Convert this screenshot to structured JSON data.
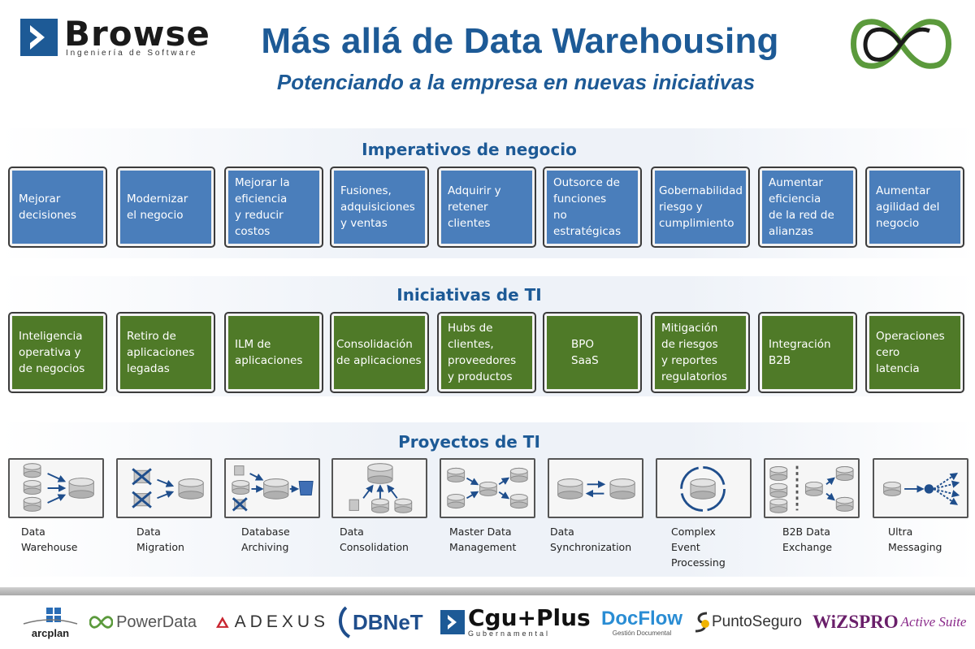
{
  "header": {
    "title": "Más allá de Data Warehousing",
    "subtitle": "Potenciando a la empresa en nuevas iniciativas",
    "brand_name": "Browse",
    "brand_tagline": "Ingeniería de Software"
  },
  "colors": {
    "title": "#1d5a96",
    "card_blue": "#4a7ebb",
    "card_green": "#4f7a28",
    "infinity_green": "#5b9a3c",
    "infinity_dark": "#1a1a1a"
  },
  "sections": {
    "business": {
      "title": "Imperativos de negocio",
      "items": [
        "Mejorar\ndecisiones",
        "Modernizar\nel negocio",
        "Mejorar la\neficiencia\ny reducir\ncostos",
        "Fusiones,\nadquisiciones\ny ventas",
        "Adquirir y\nretener\nclientes",
        "Outsorce de\nfunciones\nno\nestratégicas",
        "Gobernabilidad\nriesgo y\ncumplimiento",
        "Aumentar\neficiencia\nde la red de\nalianzas",
        "Aumentar\nagilidad del\nnegocio"
      ]
    },
    "initiatives": {
      "title": "Iniciativas de TI",
      "items": [
        "Inteligencia\noperativa y\nde negocios",
        "Retiro de\naplicaciones\nlegadas",
        "ILM de\naplicaciones",
        "Consolidación\nde aplicaciones",
        "Hubs de\n clientes,\nproveedores\ny productos",
        "BPO\nSaaS",
        "Mitigación\nde riesgos\n y reportes\nregulatorios",
        "Integración\nB2B",
        "Operaciones\ncero\nlatencia"
      ]
    },
    "projects": {
      "title": "Proyectos de TI",
      "items": [
        {
          "label": "Data\nWarehouse",
          "icon": "data-warehouse-icon"
        },
        {
          "label": "Data\nMigration",
          "icon": "data-migration-icon"
        },
        {
          "label": "Database\nArchiving",
          "icon": "database-archiving-icon"
        },
        {
          "label": "Data\nConsolidation",
          "icon": "data-consolidation-icon"
        },
        {
          "label": "Master Data\nManagement",
          "icon": "master-data-icon"
        },
        {
          "label": "Data\nSynchronization",
          "icon": "data-sync-icon"
        },
        {
          "label": "Complex\nEvent\nProcessing",
          "icon": "event-processing-icon"
        },
        {
          "label": "B2B Data\nExchange",
          "icon": "b2b-exchange-icon"
        },
        {
          "label": "Ultra\nMessaging",
          "icon": "ultra-messaging-icon"
        }
      ]
    }
  },
  "footer": {
    "sponsors": {
      "arcplan": "arcplan",
      "powerdata": "PowerData",
      "adexus": "ADEXUS",
      "dbnet": "DBNeT",
      "cgu": "Cgu+Plus",
      "cgu_sub": "Gubernamental",
      "docflow": "DocFlow",
      "docflow_sub": "Gestión Documental",
      "puntoseguro": "PuntoSeguro",
      "wizs": "WiZSPRO",
      "wizs_sub": "Active Suite"
    }
  }
}
